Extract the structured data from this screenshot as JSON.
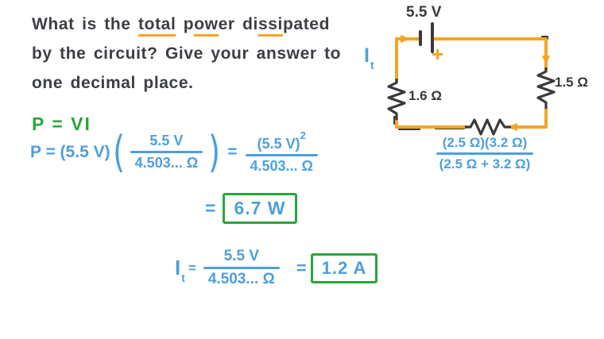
{
  "colors": {
    "accent_orange": "#F5A423",
    "ink_blue": "#4D9FDD",
    "ink_green": "#28A63C",
    "ink_dark": "#3B3E44"
  },
  "question": {
    "line1": [
      {
        "t": "What is the "
      },
      {
        "t": "total",
        "u": true
      },
      {
        "t": " p"
      },
      {
        "t": "ow",
        "u": true
      },
      {
        "t": "er di"
      },
      {
        "t": "ssi",
        "u": true
      },
      {
        "t": "pated"
      }
    ],
    "line2": "by the circuit? Give your answer to",
    "line3": "one decimal place."
  },
  "formula": {
    "power_law": "P = VI"
  },
  "work": {
    "prefix": "P = (5.5 V)",
    "open_paren": "(",
    "close_paren": ")",
    "frac1_num": "5.5 V",
    "frac1_den": "4.503... Ω",
    "eq": "=",
    "frac2_num": "(5.5 V)",
    "frac2_exp": "2",
    "frac2_den": "4.503... Ω",
    "result_eq": "=",
    "result": "6.7 W"
  },
  "current_eq": {
    "symbol_base": "I",
    "symbol_sub": "t",
    "eq1": "=",
    "frac_num": "5.5 V",
    "frac_den": "4.503... Ω",
    "eq2": "=",
    "result": "1.2 A"
  },
  "circuit": {
    "battery_label": "5.5 V",
    "battery_plus": "+",
    "current_label_base": "I",
    "current_label_sub": "t",
    "resistor_left": "1.6 Ω",
    "resistor_right": "1.5 Ω",
    "parallel_num": "(2.5 Ω)(3.2 Ω)",
    "parallel_den": "(2.5 Ω + 3.2 Ω)"
  }
}
